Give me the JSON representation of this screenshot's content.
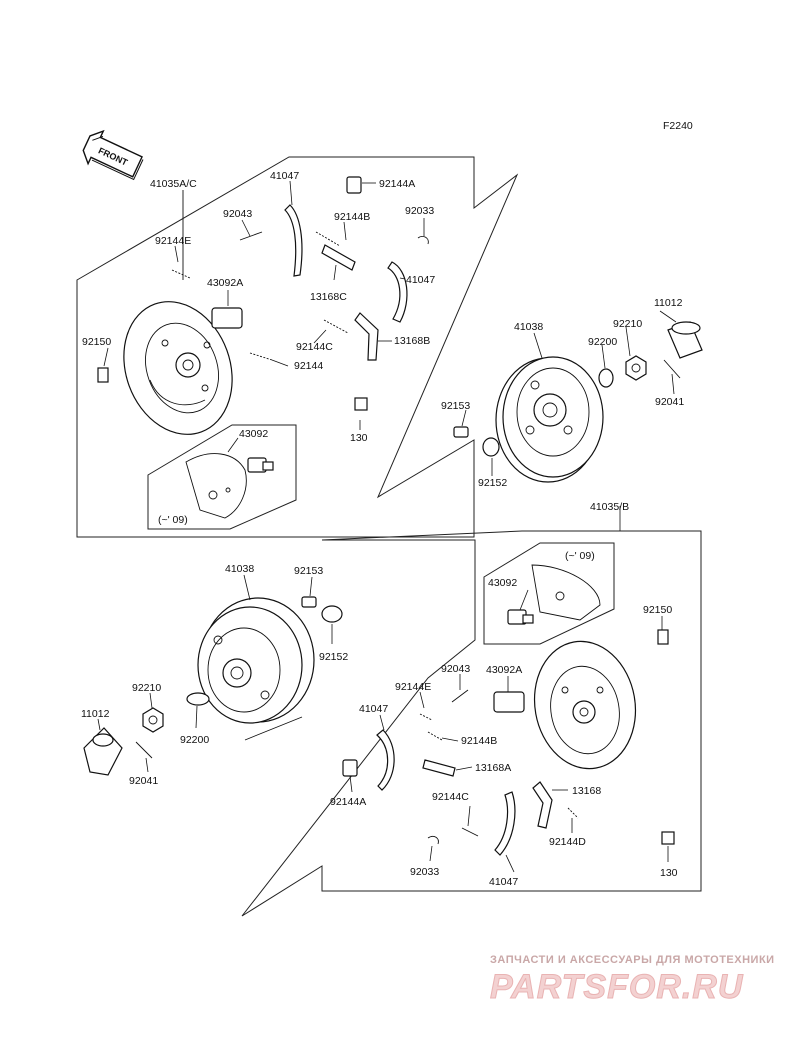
{
  "figure_code": "F2240",
  "front_arrow": "FRONT",
  "upper_assembly": {
    "group_label": "41035A/C",
    "variant_note": "(~' 09)",
    "callouts": [
      "41047",
      "92144A",
      "92043",
      "92144B",
      "92033",
      "92144E",
      "43092A",
      "13168C",
      "41047",
      "92150",
      "92144C",
      "13168B",
      "92144",
      "130",
      "43092",
      "41038",
      "92210",
      "11012",
      "92200",
      "92153",
      "92152",
      "92041"
    ]
  },
  "lower_assembly": {
    "group_label": "41035/B",
    "variant_note": "(~' 09)",
    "callouts": [
      "41038",
      "92153",
      "92152",
      "43092",
      "92150",
      "92210",
      "11012",
      "92200",
      "92041",
      "92043",
      "43092A",
      "92144E",
      "41047",
      "92144B",
      "13168A",
      "92144A",
      "92144C",
      "13168",
      "92144D",
      "92033",
      "41047",
      "130"
    ]
  },
  "watermark": {
    "tagline": "ЗАПЧАСТИ И АКСЕССУАРЫ ДЛЯ МОТОТЕХНИКИ",
    "brand": "PARTSFOR.RU"
  }
}
